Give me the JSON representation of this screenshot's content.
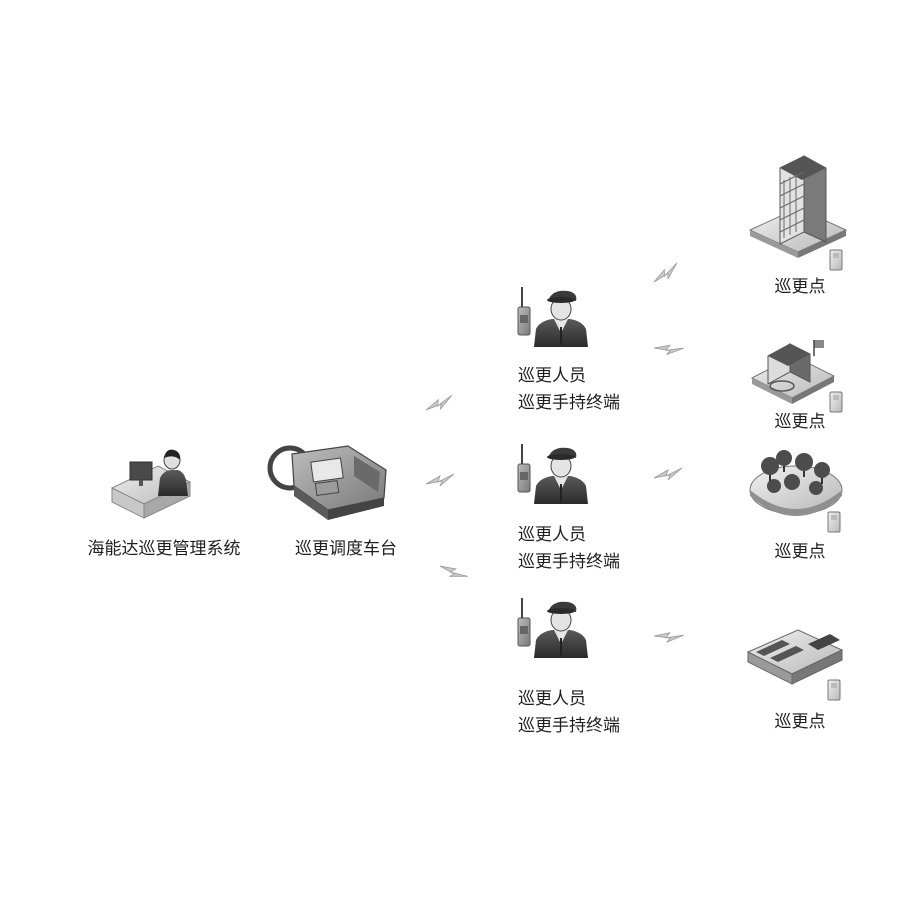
{
  "nodes": {
    "system": {
      "label": "海能达巡更管理系统",
      "icon": "operator-workstation-icon"
    },
    "base_station": {
      "label": "巡更调度车台",
      "icon": "vehicle-radio-icon"
    },
    "patrollers": [
      {
        "line1": "巡更人员",
        "line2": "巡更手持终端",
        "icon": "guard-with-radio-icon"
      },
      {
        "line1": "巡更人员",
        "line2": "巡更手持终端",
        "icon": "guard-with-radio-icon"
      },
      {
        "line1": "巡更人员",
        "line2": "巡更手持终端",
        "icon": "guard-with-radio-icon"
      }
    ],
    "checkpoints": [
      {
        "label": "巡更点",
        "icon": "tower-building-icon"
      },
      {
        "label": "巡更点",
        "icon": "factory-building-icon"
      },
      {
        "label": "巡更点",
        "icon": "park-trees-icon"
      },
      {
        "label": "巡更点",
        "icon": "warehouse-icon"
      }
    ]
  },
  "colors": {
    "icon_dark": "#3a3a3a",
    "icon_mid": "#8a8a8a",
    "icon_light": "#d6d6d6",
    "text": "#1e1e1e"
  }
}
